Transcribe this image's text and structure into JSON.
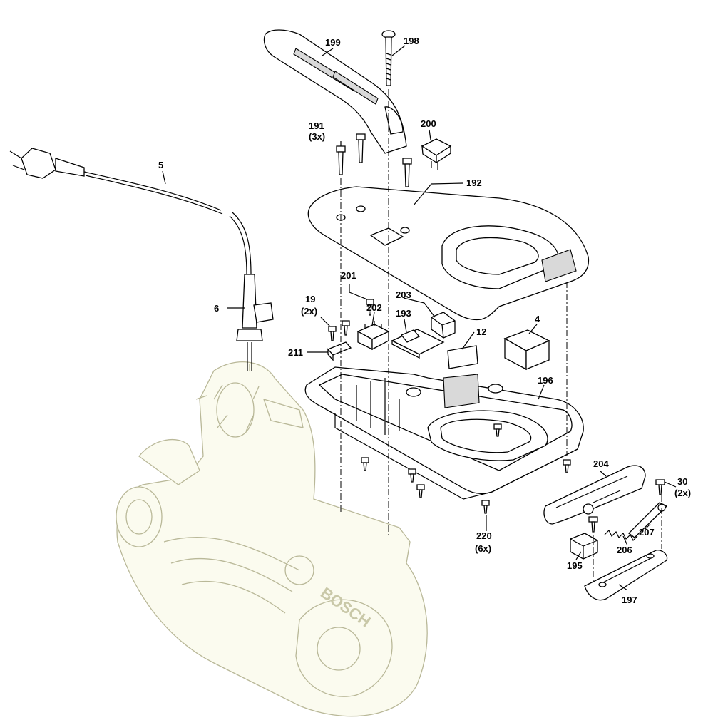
{
  "brand_text": "BOSCH",
  "callouts": {
    "p199": "199",
    "p198": "198",
    "p191": "191",
    "p191_qty": "(3x)",
    "p200": "200",
    "p5": "5",
    "p192": "192",
    "p6": "6",
    "p201": "201",
    "p203": "203",
    "p19": "19",
    "p19_qty": "(2x)",
    "p202": "202",
    "p193": "193",
    "p12": "12",
    "p4": "4",
    "p211": "211",
    "p196": "196",
    "p204": "204",
    "p30": "30",
    "p30_qty": "(2x)",
    "p220": "220",
    "p220_qty": "(6x)",
    "p207": "207",
    "p206": "206",
    "p195": "195",
    "p197": "197"
  }
}
